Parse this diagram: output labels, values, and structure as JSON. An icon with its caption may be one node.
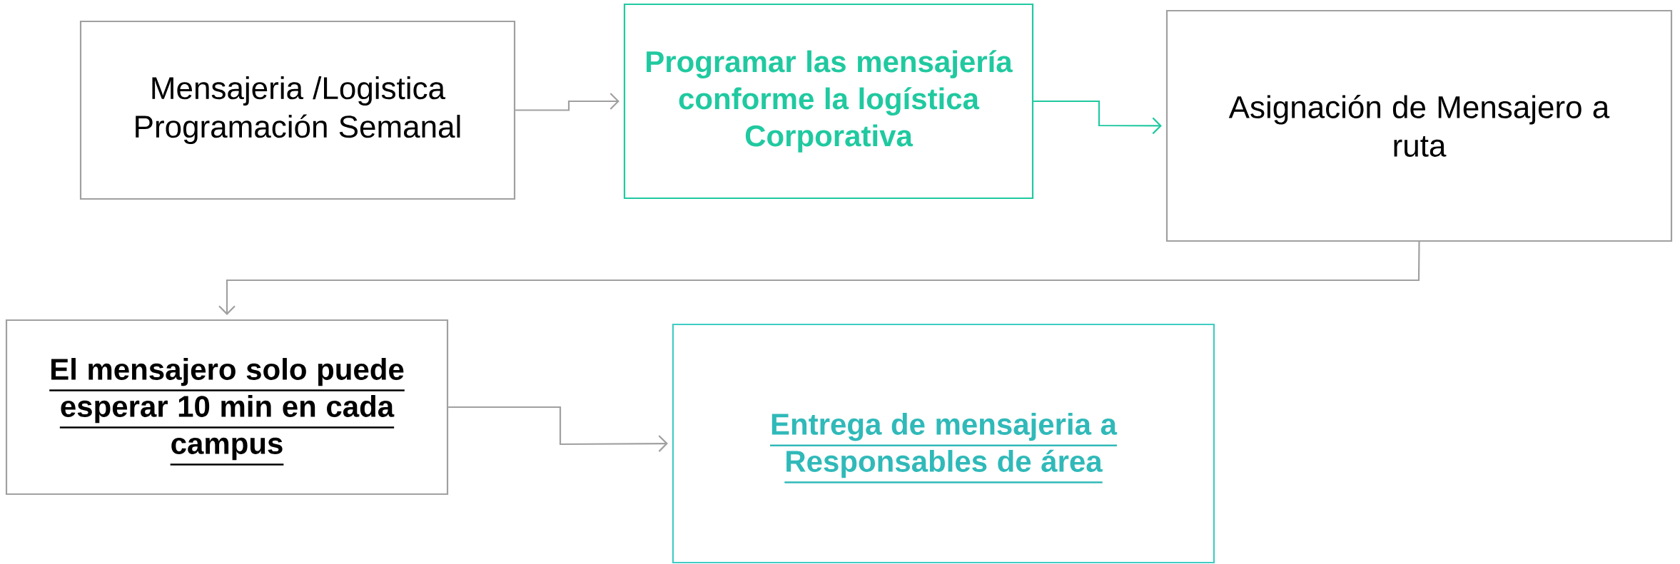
{
  "diagram": {
    "nodes": [
      {
        "text": [
          "Mensajeria /Logistica Programación Semanal"
        ]
      },
      {
        "text": [
          "Programar las mensajería conforme la logística Corporativa"
        ]
      },
      {
        "text": [
          "Asignación de Mensajero a ruta"
        ]
      },
      {
        "text": [
          "El mensajero solo puede esperar 10 min en cada campus"
        ]
      },
      {
        "text": [
          "Entrega de mensajeria a Responsables de área"
        ]
      }
    ],
    "edges": [
      {
        "from": 0,
        "to": 1,
        "arrow": "to"
      },
      {
        "from": 1,
        "to": 2,
        "arrow": "to",
        "color": "#20c9a0"
      },
      {
        "from": 2,
        "to": 3,
        "arrow": "to"
      },
      {
        "from": 3,
        "to": 4,
        "arrow": "to"
      }
    ]
  }
}
